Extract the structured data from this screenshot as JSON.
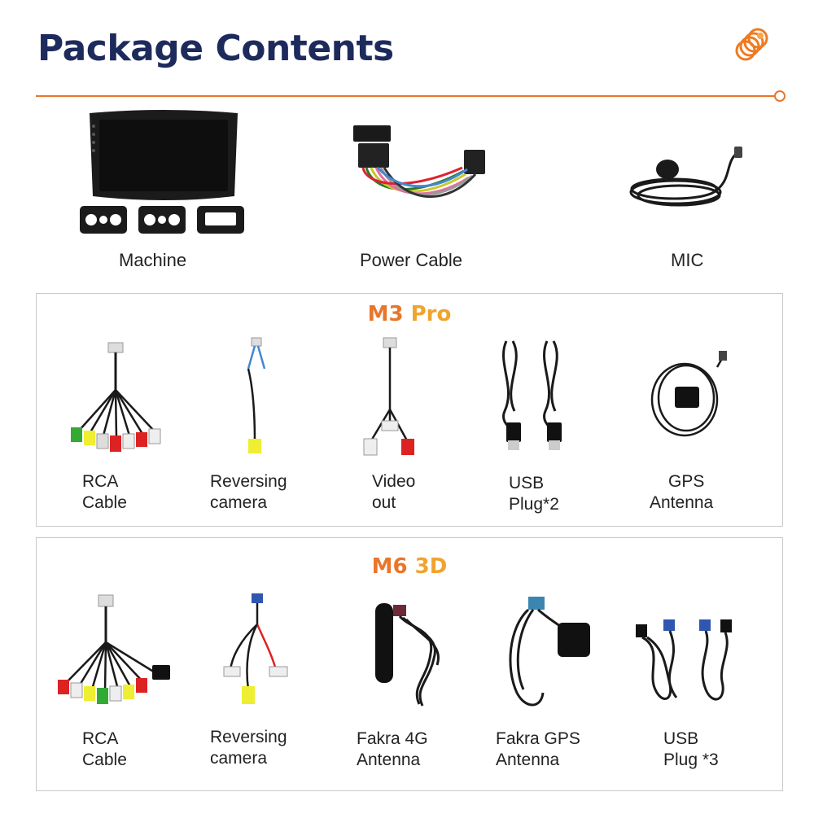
{
  "page": {
    "title": "Package Contents"
  },
  "brand": {
    "accent": "#e8762b",
    "title_color": "#1d2a5c",
    "icon": "orange-coil-logo-icon"
  },
  "top_items": [
    {
      "label": "Machine",
      "icon": "car-stereo-machine-icon"
    },
    {
      "label": "Power Cable",
      "icon": "power-cable-icon"
    },
    {
      "label": "MIC",
      "icon": "microphone-icon"
    }
  ],
  "sections": [
    {
      "title_part1": "M3 ",
      "title_part2": "Pro",
      "items": [
        {
          "line1": "RCA",
          "line2": "Cable",
          "icon": "rca-cable-icon"
        },
        {
          "line1": "Reversing",
          "line2": "camera",
          "icon": "reversing-camera-cable-icon"
        },
        {
          "line1": "Video",
          "line2": "out",
          "icon": "video-out-cable-icon"
        },
        {
          "line1": "USB",
          "line2": "Plug*2",
          "icon": "usb-plug-icon"
        },
        {
          "line1": "GPS",
          "line2": "Antenna",
          "icon": "gps-antenna-icon"
        }
      ]
    },
    {
      "title_part1": "M6 ",
      "title_part2": "3D",
      "items": [
        {
          "line1": "RCA",
          "line2": "Cable",
          "icon": "rca-cable-icon"
        },
        {
          "line1": "Reversing",
          "line2": "camera",
          "icon": "reversing-camera-cable-icon"
        },
        {
          "line1": "Fakra 4G",
          "line2": "Antenna",
          "icon": "fakra-4g-antenna-icon"
        },
        {
          "line1": "Fakra GPS",
          "line2": "Antenna",
          "icon": "fakra-gps-antenna-icon"
        },
        {
          "line1": "USB",
          "line2": "Plug *3",
          "icon": "usb-plug-icon"
        }
      ]
    }
  ]
}
